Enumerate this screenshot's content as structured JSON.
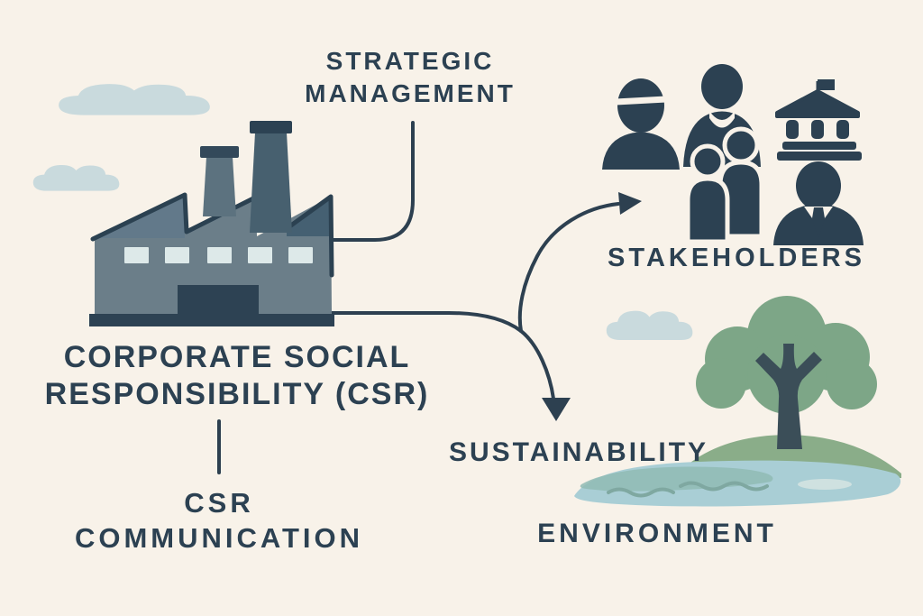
{
  "diagram_title": "Corporate Social Responsibility (CSR) concept diagram",
  "labels": {
    "strategic_management": {
      "line1": "STRATEGIC",
      "line2": "MANAGEMENT"
    },
    "csr": {
      "line1": "CORPORATE SOCIAL",
      "line2": "RESPONSIBILITY (CSR)"
    },
    "csr_communication": {
      "line1": "CSR",
      "line2": "COMMUNICATION"
    },
    "stakeholders": "STAKEHOLDERS",
    "sustainability": "SUSTAINABILITY",
    "environment": "ENVIRONMENT"
  },
  "icons": [
    "factory-icon",
    "cloud-icon",
    "worker-icon",
    "family-icon",
    "government-building-icon",
    "businessman-icon",
    "tree-icon",
    "island-water-icon",
    "arrow-to-stakeholders",
    "arrow-to-sustainability"
  ],
  "connections": [
    {
      "from": "strategic-management-label",
      "to": "factory-icon",
      "type": "line"
    },
    {
      "from": "factory-icon",
      "to": "stakeholders-group",
      "type": "arrow"
    },
    {
      "from": "factory-icon",
      "to": "sustainability-label",
      "type": "arrow"
    },
    {
      "from": "csr-label",
      "to": "csr-communication-label",
      "type": "line"
    }
  ],
  "colors": {
    "background": "#f8f2e9",
    "ink": "#2c4152",
    "line": "#2d4050",
    "factory_body": "#6b7e89",
    "factory_dark": "#2d4253",
    "window": "#dde9e9",
    "cloud": "#c9dadd",
    "tree_green": "#7da687",
    "hill_green": "#8aad89",
    "water_blue": "#a9ced5",
    "water_teal": "#90bbb4",
    "trunk": "#3b4e58"
  }
}
